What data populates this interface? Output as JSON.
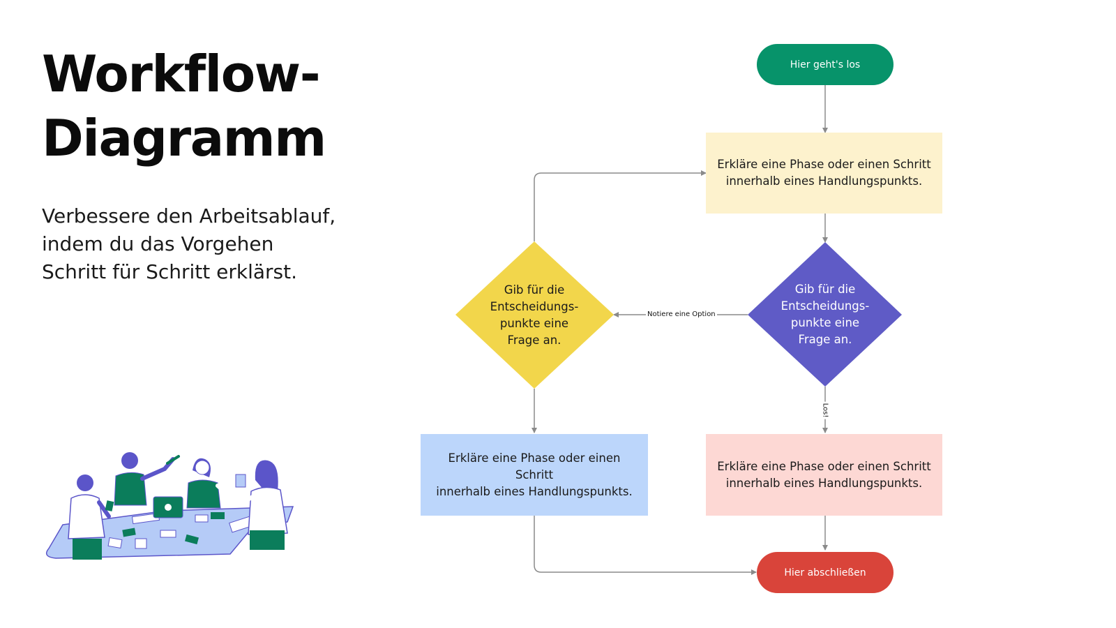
{
  "title_lines": [
    "Workflow-",
    "Diagramm"
  ],
  "subtitle_lines": [
    "Verbessere den Arbeitsablauf,",
    "indem du das Vorgehen",
    "Schritt für Schritt erklärst."
  ],
  "colors": {
    "start": "#07936a",
    "end": "#d9443a",
    "step_top": "#fdf2cd",
    "step_left": "#bcd6fb",
    "step_right": "#fdd8d4",
    "decision_right": "#5f5bc6",
    "decision_left": "#f2d64b",
    "illustration_blue": "#5b55c9",
    "illustration_green": "#0b7d5b",
    "illustration_table": "#b5cbf7"
  },
  "nodes": {
    "start": "Hier geht's los",
    "step_top": [
      "Erkläre eine Phase oder einen Schritt",
      "innerhalb eines Handlungspunkts."
    ],
    "decision_right": [
      "Gib für die",
      "Entscheidungs-",
      "punkte eine",
      "Frage an."
    ],
    "decision_left": [
      "Gib für die",
      "Entscheidungs-",
      "punkte eine",
      "Frage an."
    ],
    "step_left": [
      "Erkläre eine Phase oder einen Schritt",
      "innerhalb eines Handlungspunkts."
    ],
    "step_right": [
      "Erkläre eine Phase oder einen Schritt",
      "innerhalb eines Handlungspunkts."
    ],
    "end": "Hier abschließen"
  },
  "edge_labels": {
    "option": "Notiere eine Option",
    "los": "Los!"
  }
}
